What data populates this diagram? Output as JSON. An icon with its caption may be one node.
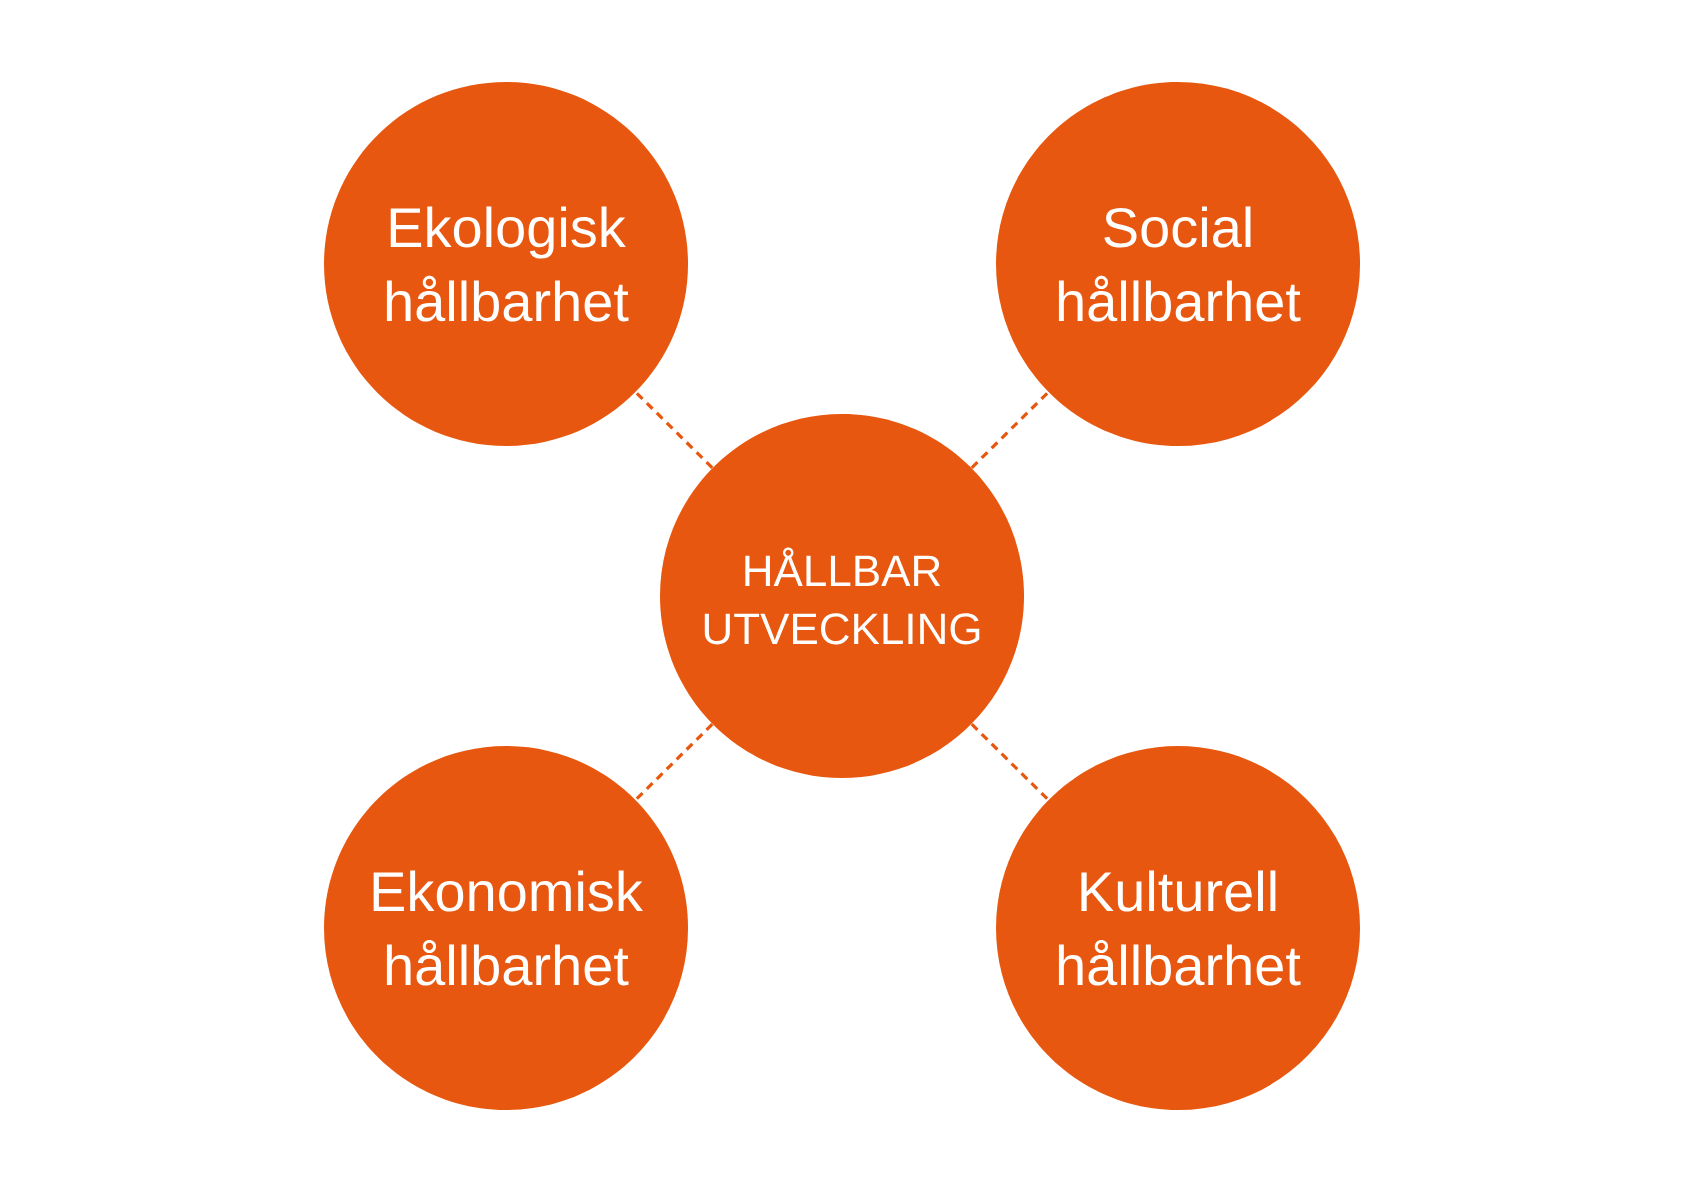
{
  "diagram": {
    "nodes": [
      {
        "text": [
          "Ekologisk hållbarhet"
        ]
      },
      {
        "text": [
          "Social hållbarhet"
        ]
      },
      {
        "text": [
          "HÅLLBAR UTVECKLING"
        ]
      },
      {
        "text": [
          "Ekonomisk hållbarhet"
        ]
      },
      {
        "text": [
          "Kulturell hållbarhet"
        ]
      }
    ],
    "edges": [
      {
        "from": 2,
        "to": 0,
        "arrow": "none",
        "style": "dashed"
      },
      {
        "from": 2,
        "to": 1,
        "arrow": "none",
        "style": "dashed"
      },
      {
        "from": 2,
        "to": 3,
        "arrow": "none",
        "style": "dashed"
      },
      {
        "from": 2,
        "to": 4,
        "arrow": "none",
        "style": "dashed"
      }
    ]
  }
}
